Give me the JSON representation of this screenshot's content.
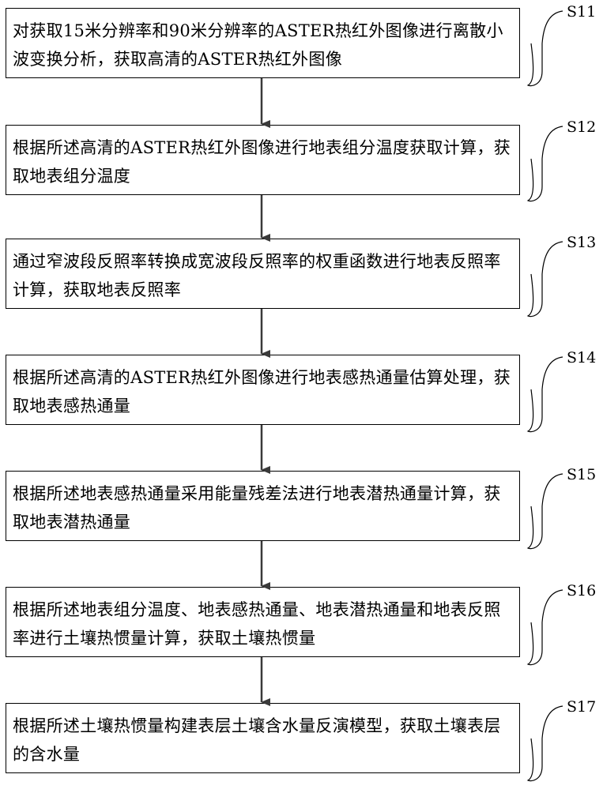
{
  "steps": [
    {
      "id": "S11",
      "label": "S11",
      "text": "对获取15米分辨率和90米分辨率的ASTER热红外图像进行离散小波变换分析，获取高清的ASTER热红外图像"
    },
    {
      "id": "S12",
      "label": "S12",
      "text": "根据所述高清的ASTER热红外图像进行地表组分温度获取计算，获取地表组分温度"
    },
    {
      "id": "S13",
      "label": "S13",
      "text": "通过窄波段反照率转换成宽波段反照率的权重函数进行地表反照率计算，获取地表反照率"
    },
    {
      "id": "S14",
      "label": "S14",
      "text": "根据所述高清的ASTER热红外图像进行地表感热通量估算处理，获取地表感热通量"
    },
    {
      "id": "S15",
      "label": "S15",
      "text": "根据所述地表感热通量采用能量残差法进行地表潜热通量计算，获取地表潜热通量"
    },
    {
      "id": "S16",
      "label": "S16",
      "text": "根据所述地表组分温度、地表感热通量、地表潜热通量和地表反照率进行土壤热惯量计算，获取土壤热惯量"
    },
    {
      "id": "S17",
      "label": "S17",
      "text": "根据所述土壤热惯量构建表层土壤含水量反演模型，获取土壤表层的含水量"
    }
  ],
  "colors": {
    "stroke": "#000000",
    "text": "#000000",
    "arrow": "#3a3a3a",
    "background": "#ffffff"
  }
}
